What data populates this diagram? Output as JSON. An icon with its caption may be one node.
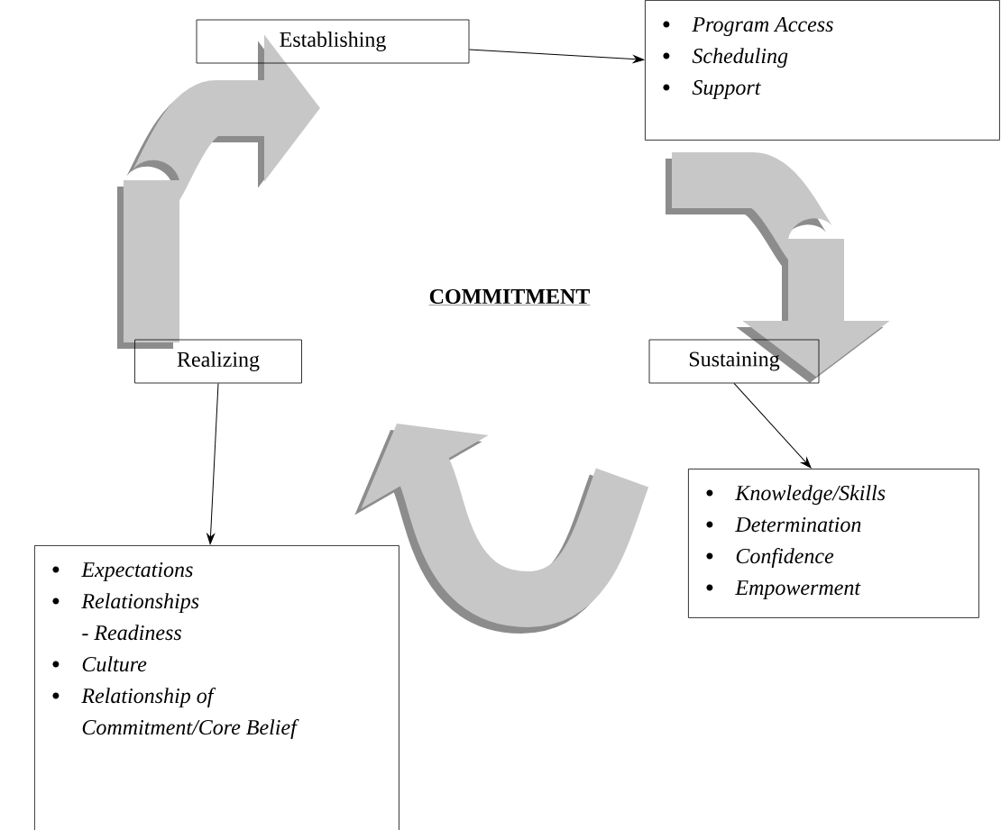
{
  "diagram": {
    "nodes": [
      {
        "text": [
          "Establishing"
        ]
      },
      {
        "text": [
          "Program Access",
          "Scheduling",
          "Support"
        ]
      },
      {
        "text": [
          "Realizing"
        ]
      },
      {
        "text": [
          "Sustaining"
        ]
      },
      {
        "text": [
          "Expectations",
          "Relationships",
          "- Readiness",
          "Culture",
          "Relationship of Commitment/Core Belief"
        ]
      },
      {
        "text": [
          "Knowledge/Skills",
          "Determination",
          "Confidence",
          "Empowerment"
        ]
      }
    ],
    "edges": [
      {
        "from": 0,
        "to": 1,
        "arrow": "to"
      },
      {
        "from": 2,
        "to": 4,
        "arrow": "to"
      },
      {
        "from": 3,
        "to": 5,
        "arrow": "to"
      }
    ],
    "labels": [
      "COMMITMENT"
    ]
  }
}
